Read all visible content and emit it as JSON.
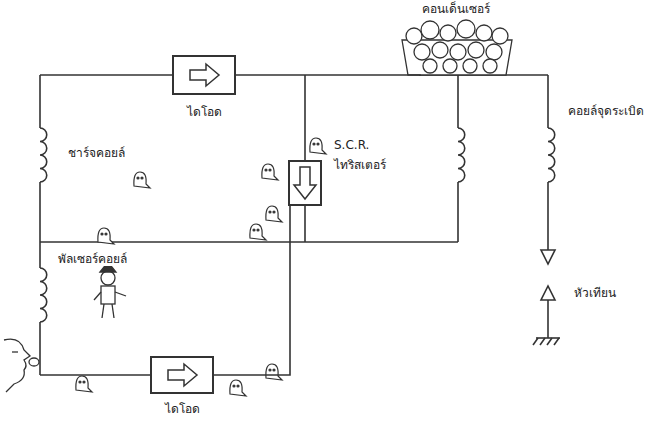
{
  "diagram": {
    "nodes": [
      {
        "text": [
          "ไดโอด"
        ]
      },
      {
        "text": [
          "S.C.R.",
          "ไทริสเตอร์"
        ]
      },
      {
        "text": [
          "ไดโอด"
        ]
      },
      {
        "text": [
          "คอนเด็นเซอร์"
        ]
      }
    ],
    "edges": [
      {
        "from": 0,
        "to": 3,
        "arrow": "none"
      },
      {
        "from": 2,
        "to": 1,
        "arrow": "none"
      }
    ],
    "labels": [
      "ชาร์จคอยล์",
      "พัลเซอร์คอยล์",
      "คอยล์จุดระเบิด",
      "หัวเทียน"
    ]
  }
}
